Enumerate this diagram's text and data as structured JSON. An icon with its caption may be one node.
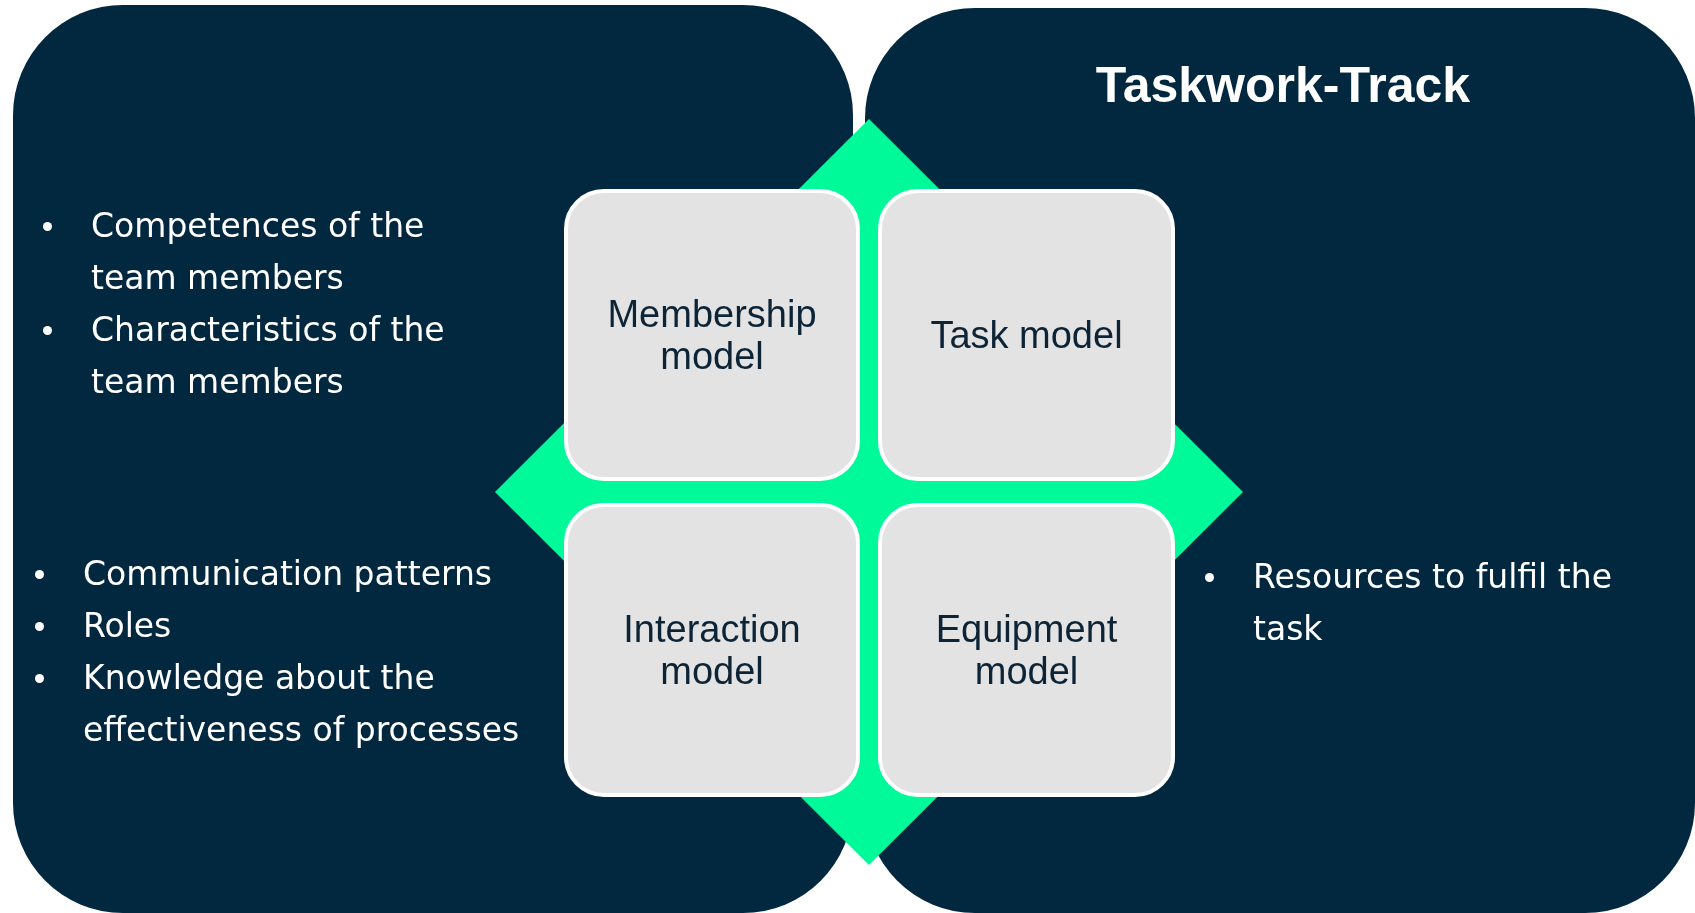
{
  "diagram": {
    "nodes": [
      {
        "text": [
          "Competences of the team members",
          "Characteristics of the team members",
          "Communication patterns",
          "Roles",
          "Knowledge about the effectiveness of processes"
        ]
      },
      {
        "text": [
          "Taskwork-Track",
          "Resources to fulfil the task"
        ]
      },
      {
        "text": [],
        "shape": "diamond"
      },
      {
        "text": [
          "Membership model"
        ]
      },
      {
        "text": [
          "Task model"
        ]
      },
      {
        "text": [
          "Interaction model"
        ]
      },
      {
        "text": [
          "Equipment model"
        ]
      }
    ]
  }
}
